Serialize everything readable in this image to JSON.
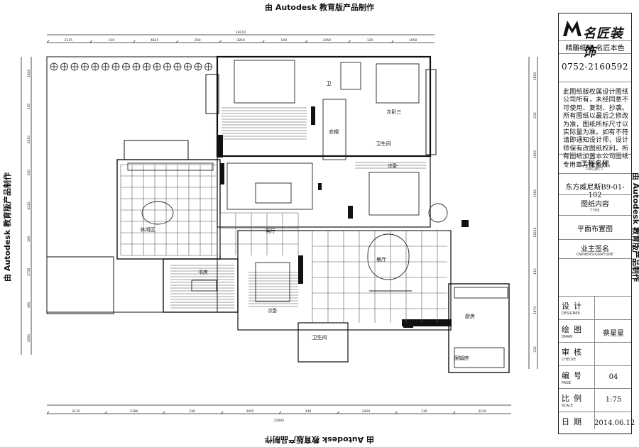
{
  "watermark": "由 Autodesk 教育版产品制作",
  "title_block": {
    "logo_text": "名匠装饰",
    "slogan": "精雕细琢  名匠本色",
    "phone": "0752-2160592",
    "notice": "此图纸版权属设计图纸公司所有，未经同意不可使用、复制、抄袭。所有图纸以最后之修改为准，图纸所标尺寸以实际量为准。如有不符请即通知设计师，设计师保有改图纸权利。所有图纸加盖本公司图纸专用章方能生效。",
    "project_label": "工程名称",
    "project_sub": "PROJECT",
    "project_value": "东方威尼斯B9-01-102",
    "type_label": "图纸内容",
    "type_sub": "TYPE",
    "type_value": "平面布置图",
    "owner_label": "业主签名",
    "owner_sub": "OWNERSIGNATURE",
    "rows": [
      {
        "label": "设计",
        "sub": "DESIGNER",
        "value": ""
      },
      {
        "label": "绘图",
        "sub": "DRAW",
        "value": "蔡星星"
      },
      {
        "label": "审核",
        "sub": "CHECKE",
        "value": ""
      },
      {
        "label": "编号",
        "sub": "PAGE",
        "value": "04"
      },
      {
        "label": "比例",
        "sub": "SCALE",
        "value": "1:75"
      },
      {
        "label": "日期",
        "sub": "",
        "value": "2014.06.12"
      }
    ]
  },
  "plan": {
    "dim_top_total": "18110",
    "dim_top": [
      "3135",
      "230",
      "4825",
      "260",
      "3850",
      "100",
      "2450",
      "120",
      "1050"
    ],
    "dim_bottom_total": "22060",
    "dim_bottom": [
      "3135",
      "2100",
      "230",
      "3455",
      "240",
      "2450",
      "230",
      "3210"
    ],
    "dim_left": [
      "1640",
      "150",
      "2810",
      "350",
      "4210",
      "100",
      "1735",
      "300",
      "1950"
    ],
    "dim_right": [
      "1850",
      "230",
      "1800",
      "2960",
      "18210",
      "110",
      "1870",
      "230"
    ],
    "rooms": {
      "bedroom3": "次卧三",
      "bath_top": "卫",
      "cloak": "衣帽",
      "bath2": "卫生间",
      "bedroom2": "次卧",
      "leisure": "休闲区",
      "living": "客厅",
      "dining": "餐厅",
      "study": "书房",
      "bedroom": "次卧",
      "kitchen": "厨房",
      "nanny": "保姆房",
      "bath_bottom": "卫生间"
    }
  }
}
